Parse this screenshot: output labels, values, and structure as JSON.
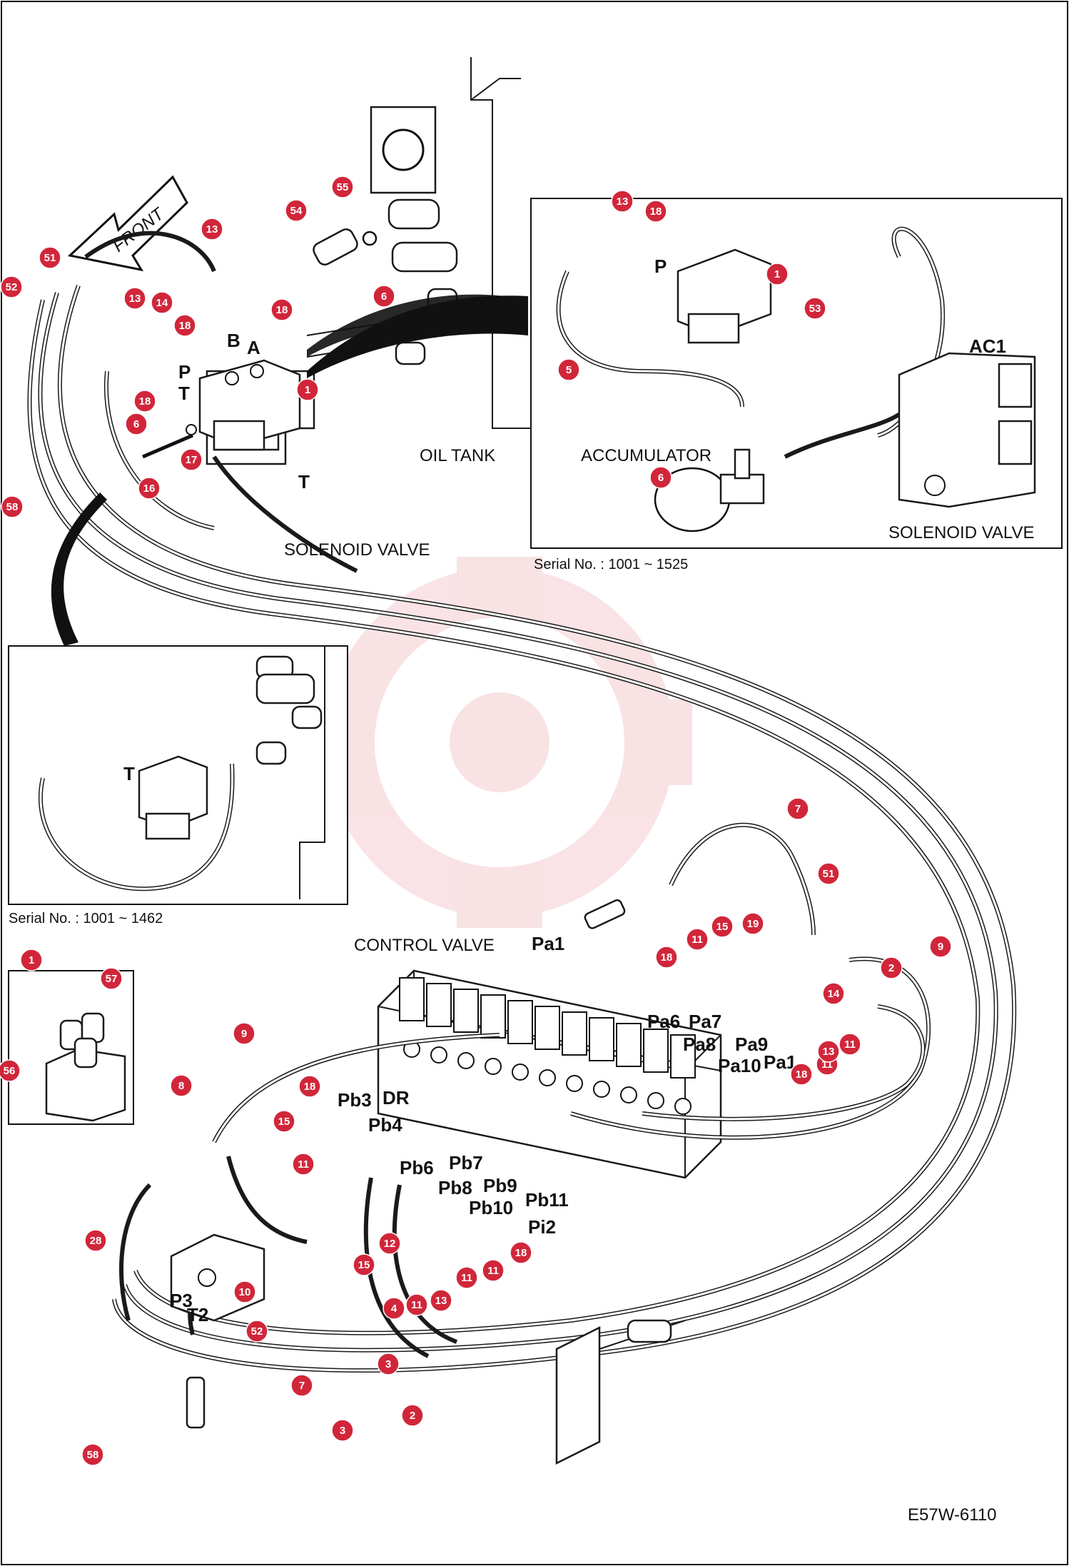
{
  "drawing_code": "E57W-6110",
  "front_arrow_label": "FRONT",
  "labels": {
    "oil_tank": "OIL TANK",
    "solenoid_valve_main": "SOLENOID VALVE",
    "solenoid_valve_inset": "SOLENOID VALVE",
    "accumulator": "ACCUMULATOR",
    "control_valve": "CONTROL VALVE",
    "serial_top": "Serial No. : 1001 ~ 1525",
    "serial_left": "Serial No. : 1001 ~ 1462"
  },
  "port_labels": [
    "P",
    "T",
    "B",
    "A",
    "T",
    "P",
    "AC1",
    "T",
    "Pa1",
    "Pa6",
    "Pa7",
    "Pa8",
    "Pa9",
    "Pa10",
    "Pa1",
    "Pb3",
    "DR",
    "Pb4",
    "Pb6",
    "Pb7",
    "Pb8",
    "Pb9",
    "Pb10",
    "Pb11",
    "Pi2",
    "P3",
    "T2"
  ],
  "part_callouts": [
    "13",
    "51",
    "52",
    "13",
    "14",
    "18",
    "18",
    "1",
    "18",
    "6",
    "17",
    "16",
    "58",
    "54",
    "55",
    "6",
    "13",
    "18",
    "1",
    "53",
    "5",
    "6",
    "7",
    "51",
    "9",
    "2",
    "14",
    "11",
    "18",
    "11",
    "15",
    "19",
    "18",
    "11",
    "13",
    "1",
    "57",
    "56",
    "9",
    "8",
    "15",
    "18",
    "11",
    "28",
    "10",
    "52",
    "15",
    "12",
    "4",
    "11",
    "13",
    "11",
    "11",
    "18",
    "3",
    "7",
    "2",
    "3",
    "58"
  ]
}
